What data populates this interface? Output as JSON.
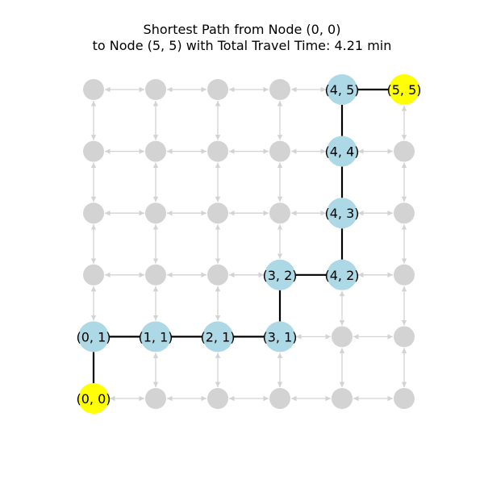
{
  "title": {
    "line1": "Shortest Path from Node (0, 0)",
    "line2": "to Node (5, 5) with Total Travel Time: 4.21 min"
  },
  "colors": {
    "default_node": "#d3d3d3",
    "path_node": "#add8e6",
    "endpoint_node": "#ffff00",
    "default_edge": "#d3d3d3",
    "path_edge": "#000000"
  },
  "graph": {
    "grid_cols": 6,
    "grid_rows": 6,
    "source": [
      0,
      0
    ],
    "target": [
      5,
      5
    ],
    "path": [
      [
        0,
        0
      ],
      [
        0,
        1
      ],
      [
        1,
        1
      ],
      [
        2,
        1
      ],
      [
        3,
        1
      ],
      [
        3,
        2
      ],
      [
        4,
        2
      ],
      [
        4,
        3
      ],
      [
        4,
        4
      ],
      [
        4,
        5
      ],
      [
        5,
        5
      ]
    ],
    "labels": {
      "0,0": "(0, 0)",
      "0,1": "(0, 1)",
      "1,1": "(1, 1)",
      "2,1": "(2, 1)",
      "3,1": "(3, 1)",
      "3,2": "(3, 2)",
      "4,2": "(4, 2)",
      "4,3": "(4, 3)",
      "4,4": "(4, 4)",
      "4,5": "(4, 5)",
      "5,5": "(5, 5)"
    }
  }
}
